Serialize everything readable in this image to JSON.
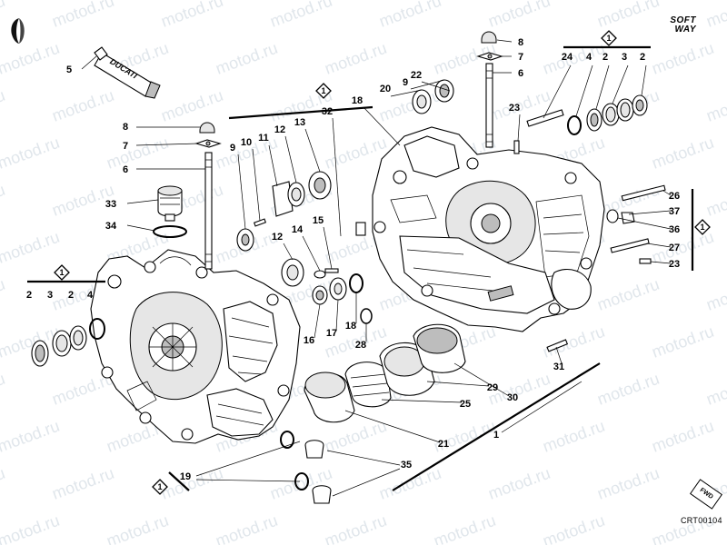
{
  "watermark": "motod.ru",
  "brand": {
    "line1": "SOFT",
    "line2": "WAY"
  },
  "fwd_label": "FWD",
  "drawing_code": "CRT00104",
  "tube_label": "DUCATI",
  "group_badge": "1",
  "callouts": [
    {
      "id": "c8a",
      "label": "8"
    },
    {
      "id": "c7a",
      "label": "7"
    },
    {
      "id": "c6a",
      "label": "6"
    },
    {
      "id": "c8b",
      "label": "8"
    },
    {
      "id": "c7b",
      "label": "7"
    },
    {
      "id": "c6b",
      "label": "6"
    },
    {
      "id": "c5",
      "label": "5"
    },
    {
      "id": "c33",
      "label": "33"
    },
    {
      "id": "c34",
      "label": "34"
    },
    {
      "id": "c9a",
      "label": "9"
    },
    {
      "id": "c10",
      "label": "10"
    },
    {
      "id": "c11",
      "label": "11"
    },
    {
      "id": "c12a",
      "label": "12"
    },
    {
      "id": "c13",
      "label": "13"
    },
    {
      "id": "c32",
      "label": "32"
    },
    {
      "id": "c18a",
      "label": "18"
    },
    {
      "id": "c20",
      "label": "20"
    },
    {
      "id": "c9b",
      "label": "9"
    },
    {
      "id": "c22",
      "label": "22"
    },
    {
      "id": "c24",
      "label": "24"
    },
    {
      "id": "c4a",
      "label": "4"
    },
    {
      "id": "c2a",
      "label": "2"
    },
    {
      "id": "c3a",
      "label": "3"
    },
    {
      "id": "c2b",
      "label": "2"
    },
    {
      "id": "c23a",
      "label": "23"
    },
    {
      "id": "c26",
      "label": "26"
    },
    {
      "id": "c37",
      "label": "37"
    },
    {
      "id": "c36",
      "label": "36"
    },
    {
      "id": "c27",
      "label": "27"
    },
    {
      "id": "c23b",
      "label": "23"
    },
    {
      "id": "c14",
      "label": "14"
    },
    {
      "id": "c15",
      "label": "15"
    },
    {
      "id": "c12b",
      "label": "12"
    },
    {
      "id": "c16",
      "label": "16"
    },
    {
      "id": "c17",
      "label": "17"
    },
    {
      "id": "c18b",
      "label": "18"
    },
    {
      "id": "c28",
      "label": "28"
    },
    {
      "id": "c31",
      "label": "31"
    },
    {
      "id": "c30",
      "label": "30"
    },
    {
      "id": "c29",
      "label": "29"
    },
    {
      "id": "c25",
      "label": "25"
    },
    {
      "id": "c21",
      "label": "21"
    },
    {
      "id": "c1",
      "label": "1"
    },
    {
      "id": "c35",
      "label": "35"
    },
    {
      "id": "c19",
      "label": "19"
    },
    {
      "id": "c2c",
      "label": "2"
    },
    {
      "id": "c3b",
      "label": "3"
    },
    {
      "id": "c2d",
      "label": "2"
    },
    {
      "id": "c4b",
      "label": "4"
    }
  ]
}
